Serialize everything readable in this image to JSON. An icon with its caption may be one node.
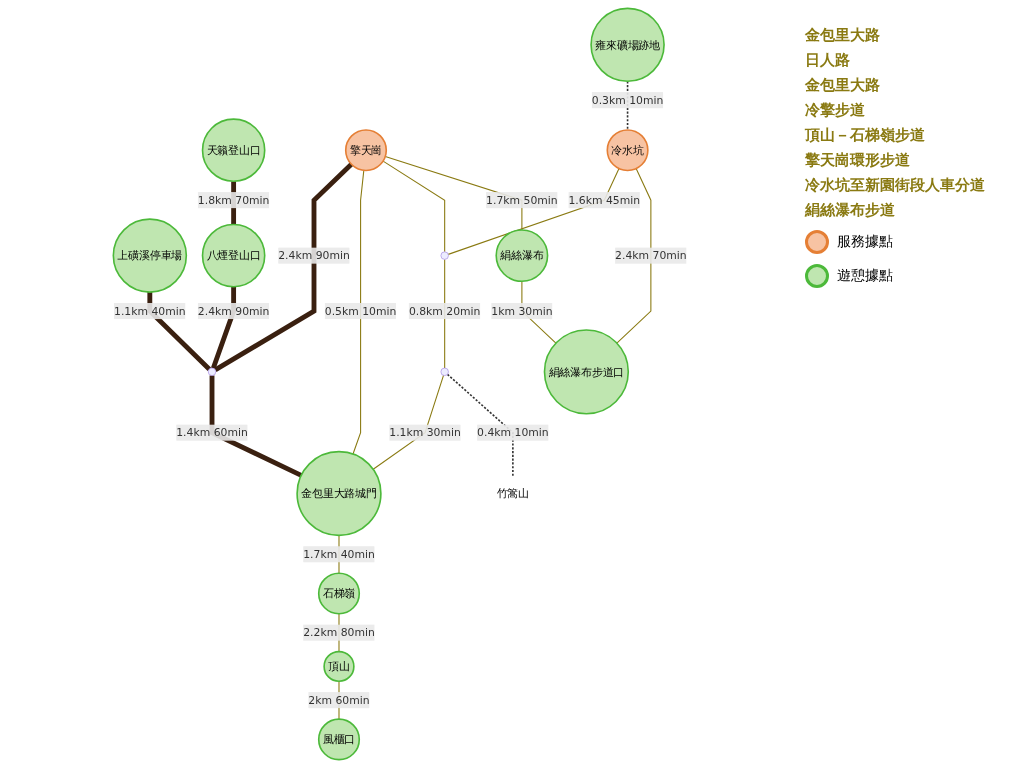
{
  "diagram": {
    "nodes": [
      {
        "text": [
          "天籟登山口"
        ]
      },
      {
        "text": [
          "上磺溪停車場"
        ]
      },
      {
        "text": [
          "八煙登山口"
        ]
      },
      {
        "text": [
          "擎天崗"
        ]
      },
      {
        "text": [],
        "shape": "circle"
      },
      {
        "text": [
          "雍來礦場跡地"
        ]
      },
      {
        "text": [
          "金包里大路城門"
        ]
      },
      {
        "text": [
          "冷水坑"
        ]
      },
      {
        "text": [
          "石梯嶺"
        ]
      },
      {
        "text": [],
        "shape": "circle"
      },
      {
        "text": [],
        "shape": "circle"
      },
      {
        "text": [
          "絹絲瀑布"
        ]
      },
      {
        "text": [
          "竹篙山"
        ]
      },
      {
        "text": [
          "頂山"
        ]
      },
      {
        "text": [
          "絹絲瀑布步道口"
        ]
      },
      {
        "text": [
          "風櫃口"
        ]
      }
    ],
    "edges": [
      {
        "from": 0,
        "to": 2,
        "label": "1.8km 70min",
        "arrow": "none",
        "style": "thick",
        "color": "#3a2010"
      },
      {
        "from": 2,
        "to": 4,
        "label": "2.4km 90min",
        "arrow": "none",
        "style": "thick",
        "color": "#3a2010"
      },
      {
        "from": 1,
        "to": 4,
        "label": "1.1km 40min",
        "arrow": "none",
        "style": "thick",
        "color": "#3a2010"
      },
      {
        "from": 3,
        "to": 4,
        "label": "2.4km 90min",
        "arrow": "none",
        "style": "thick",
        "color": "#3a2010"
      },
      {
        "from": 4,
        "to": 6,
        "label": "1.4km 60min",
        "arrow": "none",
        "style": "thick",
        "color": "#3a2010"
      },
      {
        "from": 3,
        "to": 6,
        "label": "0.5km 10min",
        "arrow": "none"
      },
      {
        "from": 5,
        "to": 7,
        "label": "0.3km 10min",
        "arrow": "none",
        "style": "dashed",
        "color": "#333333"
      },
      {
        "from": 7,
        "to": 9,
        "label": "1.6km 45min",
        "arrow": "none"
      },
      {
        "from": 3,
        "to": 9,
        "arrow": "none"
      },
      {
        "from": 9,
        "to": 10,
        "label": "0.8km 20min",
        "arrow": "none"
      },
      {
        "from": 10,
        "to": 6,
        "label": "1.1km 30min",
        "arrow": "none"
      },
      {
        "from": 10,
        "to": 12,
        "label": "0.4km 10min",
        "arrow": "none",
        "style": "dashed",
        "color": "#333333"
      },
      {
        "from": 3,
        "to": 11,
        "label": "1.7km 50min",
        "arrow": "none"
      },
      {
        "from": 6,
        "to": 8,
        "label": "1.7km 40min",
        "arrow": "none"
      },
      {
        "from": 8,
        "to": 13,
        "label": "2.2km 80min",
        "arrow": "none"
      },
      {
        "from": 13,
        "to": 15,
        "label": "2km 60min",
        "arrow": "none"
      },
      {
        "from": 7,
        "to": 14,
        "label": "2.4km 70min",
        "arrow": "none"
      },
      {
        "from": 11,
        "to": 14,
        "label": "1km 30min",
        "arrow": "none"
      }
    ],
    "labels": [
      "金包里大路",
      "日人路",
      "金包里大路",
      "冷擎步道",
      "頂山－石梯嶺步道",
      "擎天崗環形步道",
      "冷水坑至新園街段人車分道",
      "絹絲瀑布步道"
    ],
    "legend": [
      {
        "text": "服務據點",
        "color": "#f7c3a3"
      },
      {
        "text": "遊憩據點",
        "color": "#bfe6b0"
      }
    ]
  }
}
